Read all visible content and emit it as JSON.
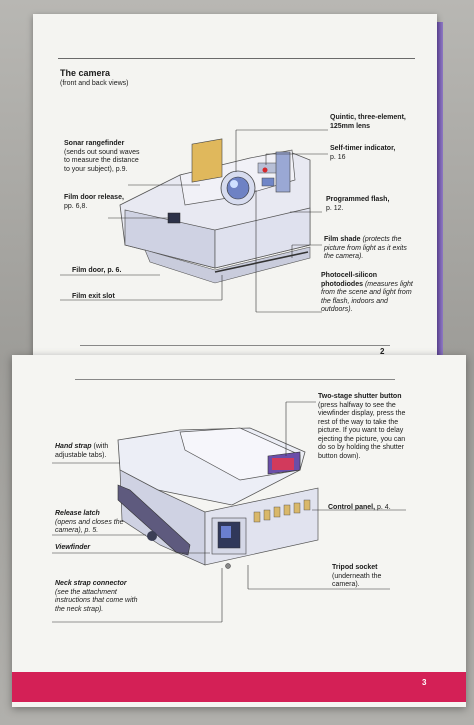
{
  "top_page": {
    "title": "The camera",
    "subtitle": "(front and back views)",
    "page_number": "2",
    "callouts_left": [
      {
        "label": "Sonar rangefinder",
        "desc": "(sends out sound waves to measure the distance to your subject), p.9."
      },
      {
        "label": "Film door release,",
        "desc": "pp. 6,8."
      },
      {
        "label": "Film door, p. 6.",
        "desc": ""
      },
      {
        "label": "Film exit slot",
        "desc": ""
      }
    ],
    "callouts_right": [
      {
        "label": "Quintic, three-element, 125mm lens",
        "desc": ""
      },
      {
        "label": "Self-timer indicator,",
        "desc": "p. 16"
      },
      {
        "label": "Programmed flash,",
        "desc": "p. 12."
      },
      {
        "label": "Film shade",
        "desc": "(protects the picture from light as it exits the camera)."
      },
      {
        "label": "Photocell-silicon photodiodes",
        "desc": "(measures light from the scene and light from the flash, indoors and outdoors)."
      }
    ]
  },
  "bottom_page": {
    "page_number": "3",
    "callouts_left": [
      {
        "label": "Hand strap",
        "desc": "(with adjustable tabs)."
      },
      {
        "label": "Release latch",
        "desc": "(opens and closes the camera), p. 5."
      },
      {
        "label": "Viewfinder",
        "desc": ""
      },
      {
        "label": "Neck strap connector",
        "desc": "(see the attachment instructions that come with the neck strap)."
      }
    ],
    "callouts_right": [
      {
        "label": "Two-stage shutter button",
        "desc": "(press halfway to see the viewfinder display, press the rest of the way to take the picture. If you want to delay ejecting the picture, you can do so by holding the shutter button down)."
      },
      {
        "label": "Control panel,",
        "desc": "p. 4."
      },
      {
        "label": "Tripod socket",
        "desc": "(underneath the camera)."
      }
    ]
  },
  "colors": {
    "accent_band": "#d42056",
    "paper": "#f4f4f1",
    "ink": "#1b1b1b"
  }
}
